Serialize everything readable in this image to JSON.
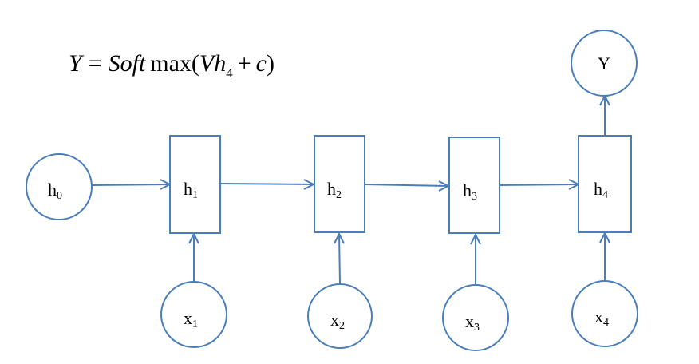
{
  "colors": {
    "stroke": "#4a7ebb",
    "text": "#000000",
    "background": "#ffffff"
  },
  "formula": {
    "Y": "Y",
    "eq": "=",
    "soft": "Soft",
    "max": "max(",
    "V": "V",
    "h": "h",
    "sub4": "4",
    "plus": "+",
    "c": "c",
    "close": ")"
  },
  "nodes": {
    "h0": {
      "base": "h",
      "sub": "0"
    },
    "h1": {
      "base": "h",
      "sub": "1"
    },
    "h2": {
      "base": "h",
      "sub": "2"
    },
    "h3": {
      "base": "h",
      "sub": "3"
    },
    "h4": {
      "base": "h",
      "sub": "4"
    },
    "x1": {
      "base": "x",
      "sub": "1"
    },
    "x2": {
      "base": "x",
      "sub": "2"
    },
    "x3": {
      "base": "x",
      "sub": "3"
    },
    "x4": {
      "base": "x",
      "sub": "4"
    },
    "y": {
      "base": "Y"
    }
  }
}
